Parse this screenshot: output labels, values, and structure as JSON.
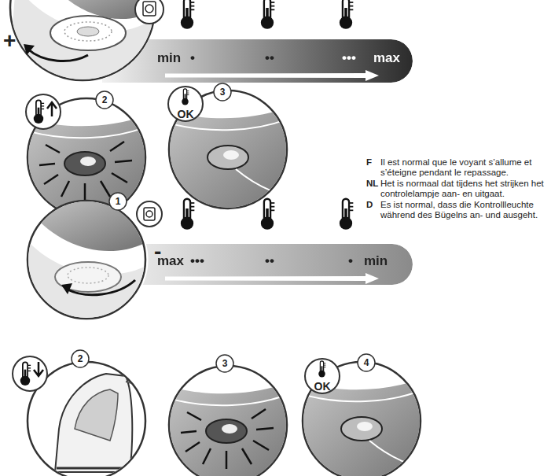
{
  "diagram": {
    "nodes": [
      {
        "text": [
          "min",
          "•",
          "••",
          "•••",
          "max"
        ]
      },
      {
        "text": [
          "max",
          "•••",
          "••",
          "•",
          "min"
        ]
      }
    ],
    "labels": [
      "+",
      "2",
      "OK",
      "3",
      "F",
      "Il est normal que le voyant s’allume et s’éteigne pendant le repassage.",
      "NL",
      "Het is normaal dat tijdens het strijken het controlelampje aan- en uitgaat.",
      "D",
      "Es ist normal, dass die Kontrollleuchte während des Bügelns an- und ausgeht.",
      "1",
      "-",
      "2",
      "3",
      "OK",
      "4"
    ]
  }
}
